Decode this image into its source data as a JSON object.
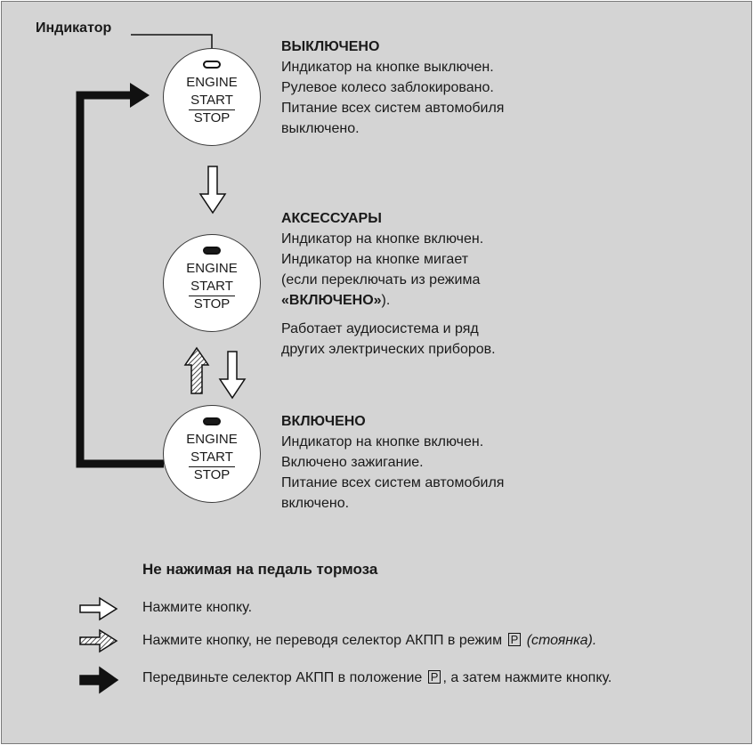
{
  "indicator_label": "Индикатор",
  "buttons": [
    {
      "line1": "ENGINE",
      "line2": "START",
      "line3": "STOP",
      "lamp": "off"
    },
    {
      "line1": "ENGINE",
      "line2": "START",
      "line3": "STOP",
      "lamp": "on"
    },
    {
      "line1": "ENGINE",
      "line2": "START",
      "line3": "STOP",
      "lamp": "on"
    }
  ],
  "states": {
    "off": {
      "title": "ВЫКЛЮЧЕНО",
      "lines": [
        "Индикатор на кнопке выключен.",
        "Рулевое колесо заблокировано.",
        "Питание всех систем автомобиля",
        "выключено."
      ]
    },
    "acc": {
      "title": "АКСЕССУАРЫ",
      "lines": [
        "Индикатор на кнопке включен.",
        "Индикатор на кнопке мигает",
        "(если переключать из режима"
      ],
      "bold_mode": "«ВКЛЮЧЕНО»",
      "bold_suffix": ").",
      "extra_lines": [
        "Работает аудиосистема и ряд",
        "других электрических приборов."
      ]
    },
    "on": {
      "title": "ВКЛЮЧЕНО",
      "lines": [
        "Индикатор на кнопке включен.",
        "Включено зажигание.",
        "Питание всех систем автомобиля",
        "включено."
      ]
    }
  },
  "legend": {
    "title": "Не нажимая на педаль тормоза",
    "item1": "Нажмите кнопку.",
    "item2_prefix": "Нажмите кнопку, не переводя селектор АКПП в режим",
    "item2_p": "P",
    "item2_suffix": "(стоянка).",
    "item3_prefix": "Передвиньте селектор АКПП в положение",
    "item3_p": "P",
    "item3_suffix": ", а затем нажмите кнопку."
  },
  "colors": {
    "background": "#d4d4d4",
    "ink": "#1a1a1a",
    "button_face": "#ffffff"
  }
}
